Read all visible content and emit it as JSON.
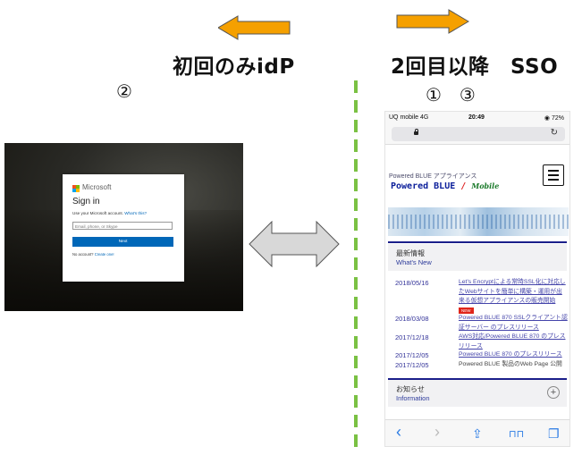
{
  "arrows": {
    "left_color": "#f5a000",
    "right_color": "#f5a000",
    "double_color": "#d8d8d8"
  },
  "labels": {
    "left_title": "初回のみidP",
    "right_title": "2回目以降　SSO",
    "step_left": "②",
    "step_right": "①　③"
  },
  "signin": {
    "brand": "Microsoft",
    "title": "Sign in",
    "subtitle": "Use your Microsoft account.",
    "subtitle_link": "What's this?",
    "input_placeholder": "Email, phone, or Skype",
    "next_label": "Next",
    "no_account": "No account?",
    "create_link": "Create one!"
  },
  "phone": {
    "status_left": "UQ mobile  4G",
    "time": "20:49",
    "battery": "◉ 72%",
    "reload_icon": "reload-icon",
    "brand_sub": "Powered BLUE アプライアンス",
    "brand_logo": "Powered BLUE",
    "brand_sep": "/",
    "brand_mobile": "Mobile",
    "news_title_jp": "最新情報",
    "news_title_en": "What's New",
    "news": [
      {
        "date": "2018/05/16",
        "text": "Let's Encryptによる常時SSL化に対応したWebサイトを簡単に構築・運用が出来る仮想アプライアンスの販売開始",
        "link": true,
        "badge": "NEW"
      },
      {
        "date": "2018/03/08",
        "text": "Powered BLUE 870 SSLクライアント認証サーバー のプレスリリース",
        "link": true
      },
      {
        "date": "2017/12/18",
        "text": "AWS対応/Powered BLUE 870 のプレスリリース",
        "link": true
      },
      {
        "date": "2017/12/05",
        "text": "Powered BLUE 870 のプレスリリース",
        "link": true
      },
      {
        "date": "2017/12/05",
        "text": "Powered BLUE 製品のWeb Page 公開",
        "link": false
      }
    ],
    "info_title_jp": "お知らせ",
    "info_title_en": "Information",
    "plus": "+",
    "toolbar": {
      "back": "‹",
      "forward": "›",
      "share": "⇪",
      "books": "⊓⊓",
      "tabs": "❐"
    }
  }
}
